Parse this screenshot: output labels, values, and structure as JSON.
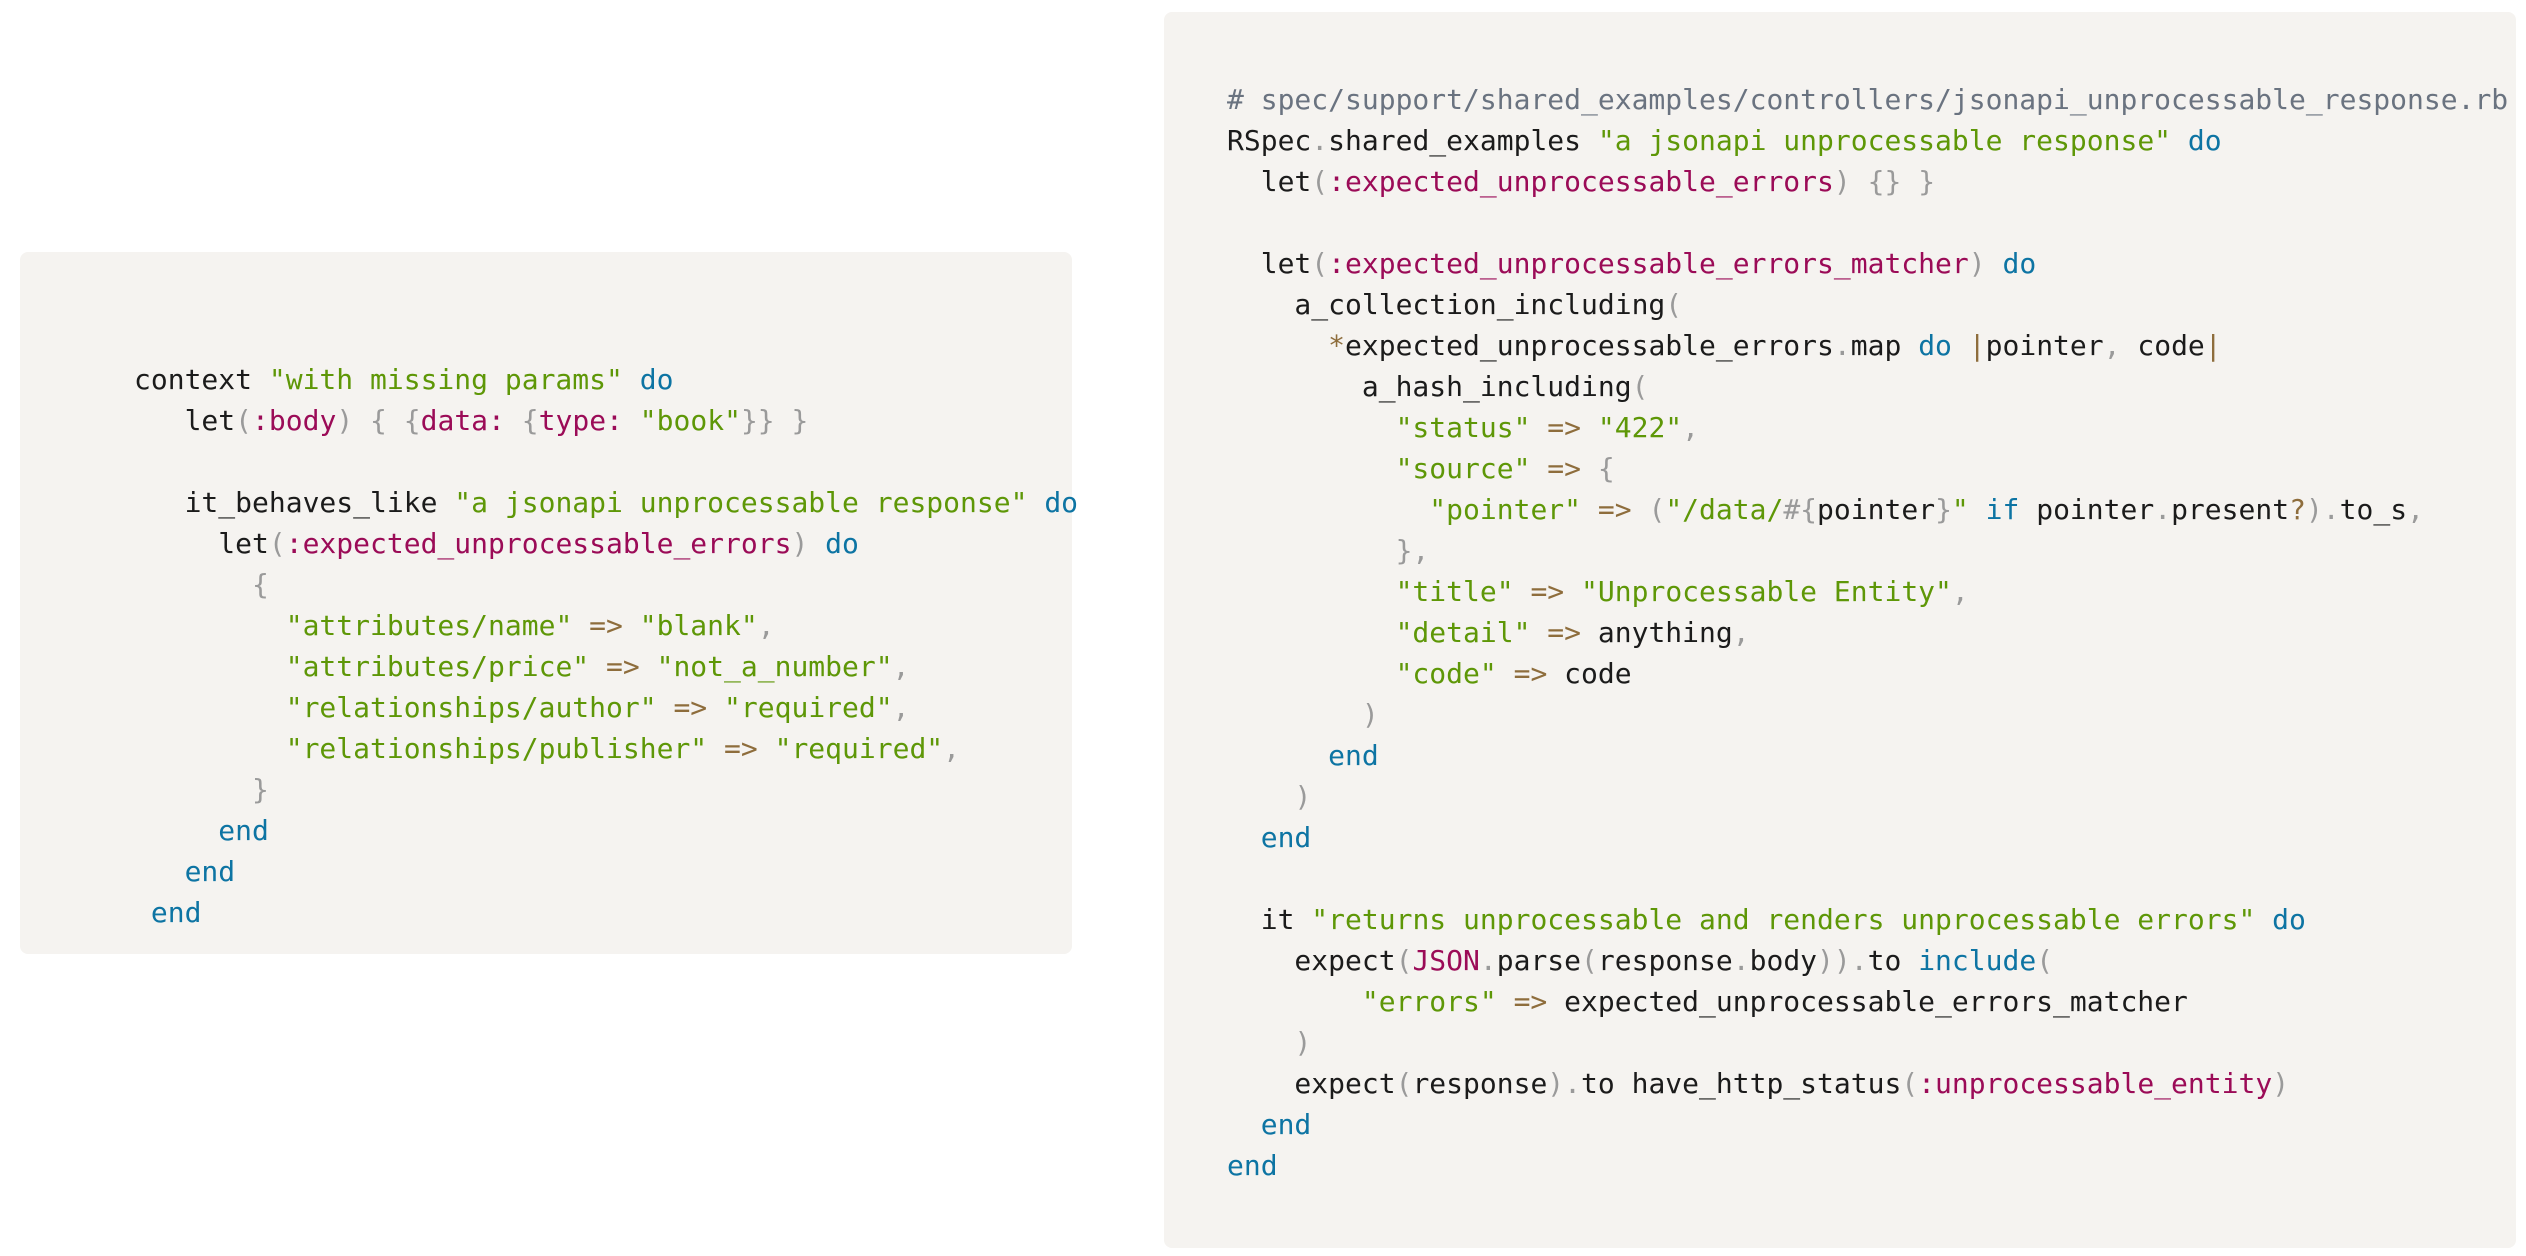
{
  "colors": {
    "background": "#ffffff",
    "panel": "#f5f3f0",
    "comment": "#6a7380",
    "keyword": "#0d74a3",
    "string": "#5e9707",
    "symbol": "#9b0b57",
    "operator": "#8e6d3c",
    "punctuation": "#9a9a9a",
    "text": "#1b1b1b"
  },
  "left_snippet": {
    "lines": [
      [],
      [
        [
          "tx",
          "context "
        ],
        [
          "st",
          "\"with missing params\""
        ],
        [
          "tx",
          " "
        ],
        [
          "kw",
          "do"
        ]
      ],
      [
        [
          "tx",
          "   let"
        ],
        [
          "pn",
          "("
        ],
        [
          "sy",
          ":body"
        ],
        [
          "pn",
          ")"
        ],
        [
          "tx",
          " "
        ],
        [
          "pn",
          "{"
        ],
        [
          "tx",
          " "
        ],
        [
          "pn",
          "{"
        ],
        [
          "sy",
          "data:"
        ],
        [
          "tx",
          " "
        ],
        [
          "pn",
          "{"
        ],
        [
          "sy",
          "type:"
        ],
        [
          "tx",
          " "
        ],
        [
          "st",
          "\"book\""
        ],
        [
          "pn",
          "}}"
        ],
        [
          "tx",
          " "
        ],
        [
          "pn",
          "}"
        ]
      ],
      [],
      [
        [
          "tx",
          "   it_behaves_like "
        ],
        [
          "st",
          "\"a jsonapi unprocessable response\""
        ],
        [
          "tx",
          " "
        ],
        [
          "kw",
          "do"
        ]
      ],
      [
        [
          "tx",
          "     let"
        ],
        [
          "pn",
          "("
        ],
        [
          "sy",
          ":expected_unprocessable_errors"
        ],
        [
          "pn",
          ")"
        ],
        [
          "tx",
          " "
        ],
        [
          "kw",
          "do"
        ]
      ],
      [
        [
          "tx",
          "       "
        ],
        [
          "pn",
          "{"
        ]
      ],
      [
        [
          "tx",
          "         "
        ],
        [
          "st",
          "\"attributes/name\""
        ],
        [
          "tx",
          " "
        ],
        [
          "op",
          "=>"
        ],
        [
          "tx",
          " "
        ],
        [
          "st",
          "\"blank\""
        ],
        [
          "pn",
          ","
        ]
      ],
      [
        [
          "tx",
          "         "
        ],
        [
          "st",
          "\"attributes/price\""
        ],
        [
          "tx",
          " "
        ],
        [
          "op",
          "=>"
        ],
        [
          "tx",
          " "
        ],
        [
          "st",
          "\"not_a_number\""
        ],
        [
          "pn",
          ","
        ]
      ],
      [
        [
          "tx",
          "         "
        ],
        [
          "st",
          "\"relationships/author\""
        ],
        [
          "tx",
          " "
        ],
        [
          "op",
          "=>"
        ],
        [
          "tx",
          " "
        ],
        [
          "st",
          "\"required\""
        ],
        [
          "pn",
          ","
        ]
      ],
      [
        [
          "tx",
          "         "
        ],
        [
          "st",
          "\"relationships/publisher\""
        ],
        [
          "tx",
          " "
        ],
        [
          "op",
          "=>"
        ],
        [
          "tx",
          " "
        ],
        [
          "st",
          "\"required\""
        ],
        [
          "pn",
          ","
        ]
      ],
      [
        [
          "tx",
          "       "
        ],
        [
          "pn",
          "}"
        ]
      ],
      [
        [
          "tx",
          "     "
        ],
        [
          "kw",
          "end"
        ]
      ],
      [
        [
          "tx",
          "   "
        ],
        [
          "kw",
          "end"
        ]
      ],
      [
        [
          "tx",
          " "
        ],
        [
          "kw",
          "end"
        ]
      ]
    ]
  },
  "right_snippet": {
    "lines": [
      [
        [
          "cm",
          "# spec/support/shared_examples/controllers/jsonapi_unprocessable_response.rb"
        ]
      ],
      [
        [
          "tx",
          "RSpec"
        ],
        [
          "pn",
          "."
        ],
        [
          "tx",
          "shared_examples "
        ],
        [
          "st",
          "\"a jsonapi unprocessable response\""
        ],
        [
          "tx",
          " "
        ],
        [
          "kw",
          "do"
        ]
      ],
      [
        [
          "tx",
          "  let"
        ],
        [
          "pn",
          "("
        ],
        [
          "sy",
          ":expected_unprocessable_errors"
        ],
        [
          "pn",
          ")"
        ],
        [
          "tx",
          " "
        ],
        [
          "pn",
          "{}"
        ],
        [
          "tx",
          " "
        ],
        [
          "pn",
          "}"
        ]
      ],
      [],
      [
        [
          "tx",
          "  let"
        ],
        [
          "pn",
          "("
        ],
        [
          "sy",
          ":expected_unprocessable_errors_matcher"
        ],
        [
          "pn",
          ")"
        ],
        [
          "tx",
          " "
        ],
        [
          "kw",
          "do"
        ]
      ],
      [
        [
          "tx",
          "    a_collection_including"
        ],
        [
          "pn",
          "("
        ]
      ],
      [
        [
          "tx",
          "      "
        ],
        [
          "op",
          "*"
        ],
        [
          "tx",
          "expected_unprocessable_errors"
        ],
        [
          "pn",
          "."
        ],
        [
          "tx",
          "map "
        ],
        [
          "kw",
          "do"
        ],
        [
          "tx",
          " "
        ],
        [
          "op",
          "|"
        ],
        [
          "tx",
          "pointer"
        ],
        [
          "pn",
          ","
        ],
        [
          "tx",
          " code"
        ],
        [
          "op",
          "|"
        ]
      ],
      [
        [
          "tx",
          "        a_hash_including"
        ],
        [
          "pn",
          "("
        ]
      ],
      [
        [
          "tx",
          "          "
        ],
        [
          "st",
          "\"status\""
        ],
        [
          "tx",
          " "
        ],
        [
          "op",
          "=>"
        ],
        [
          "tx",
          " "
        ],
        [
          "st",
          "\"422\""
        ],
        [
          "pn",
          ","
        ]
      ],
      [
        [
          "tx",
          "          "
        ],
        [
          "st",
          "\"source\""
        ],
        [
          "tx",
          " "
        ],
        [
          "op",
          "=>"
        ],
        [
          "tx",
          " "
        ],
        [
          "pn",
          "{"
        ]
      ],
      [
        [
          "tx",
          "            "
        ],
        [
          "st",
          "\"pointer\""
        ],
        [
          "tx",
          " "
        ],
        [
          "op",
          "=>"
        ],
        [
          "tx",
          " "
        ],
        [
          "pn",
          "("
        ],
        [
          "st",
          "\"/data/"
        ],
        [
          "pn",
          "#{"
        ],
        [
          "tx",
          "pointer"
        ],
        [
          "pn",
          "}"
        ],
        [
          "st",
          "\""
        ],
        [
          "tx",
          " "
        ],
        [
          "kw",
          "if"
        ],
        [
          "tx",
          " pointer"
        ],
        [
          "pn",
          "."
        ],
        [
          "tx",
          "present"
        ],
        [
          "op",
          "?"
        ],
        [
          "pn",
          ")."
        ],
        [
          "tx",
          "to_s"
        ],
        [
          "pn",
          ","
        ]
      ],
      [
        [
          "tx",
          "          "
        ],
        [
          "pn",
          "},"
        ]
      ],
      [
        [
          "tx",
          "          "
        ],
        [
          "st",
          "\"title\""
        ],
        [
          "tx",
          " "
        ],
        [
          "op",
          "=>"
        ],
        [
          "tx",
          " "
        ],
        [
          "st",
          "\"Unprocessable Entity\""
        ],
        [
          "pn",
          ","
        ]
      ],
      [
        [
          "tx",
          "          "
        ],
        [
          "st",
          "\"detail\""
        ],
        [
          "tx",
          " "
        ],
        [
          "op",
          "=>"
        ],
        [
          "tx",
          " anything"
        ],
        [
          "pn",
          ","
        ]
      ],
      [
        [
          "tx",
          "          "
        ],
        [
          "st",
          "\"code\""
        ],
        [
          "tx",
          " "
        ],
        [
          "op",
          "=>"
        ],
        [
          "tx",
          " code"
        ]
      ],
      [
        [
          "tx",
          "        "
        ],
        [
          "pn",
          ")"
        ]
      ],
      [
        [
          "tx",
          "      "
        ],
        [
          "kw",
          "end"
        ]
      ],
      [
        [
          "tx",
          "    "
        ],
        [
          "pn",
          ")"
        ]
      ],
      [
        [
          "tx",
          "  "
        ],
        [
          "kw",
          "end"
        ]
      ],
      [],
      [
        [
          "tx",
          "  it "
        ],
        [
          "st",
          "\"returns unprocessable and renders unprocessable errors\""
        ],
        [
          "tx",
          " "
        ],
        [
          "kw",
          "do"
        ]
      ],
      [
        [
          "tx",
          "    expect"
        ],
        [
          "pn",
          "("
        ],
        [
          "sy",
          "JSON"
        ],
        [
          "pn",
          "."
        ],
        [
          "tx",
          "parse"
        ],
        [
          "pn",
          "("
        ],
        [
          "tx",
          "response"
        ],
        [
          "pn",
          "."
        ],
        [
          "tx",
          "body"
        ],
        [
          "pn",
          "))."
        ],
        [
          "tx",
          "to "
        ],
        [
          "kw",
          "include"
        ],
        [
          "pn",
          "("
        ]
      ],
      [
        [
          "tx",
          "        "
        ],
        [
          "st",
          "\"errors\""
        ],
        [
          "tx",
          " "
        ],
        [
          "op",
          "=>"
        ],
        [
          "tx",
          " expected_unprocessable_errors_matcher"
        ]
      ],
      [
        [
          "tx",
          "    "
        ],
        [
          "pn",
          ")"
        ]
      ],
      [
        [
          "tx",
          "    expect"
        ],
        [
          "pn",
          "("
        ],
        [
          "tx",
          "response"
        ],
        [
          "pn",
          ")."
        ],
        [
          "tx",
          "to have_http_status"
        ],
        [
          "pn",
          "("
        ],
        [
          "sy",
          ":unprocessable_entity"
        ],
        [
          "pn",
          ")"
        ]
      ],
      [
        [
          "tx",
          "  "
        ],
        [
          "kw",
          "end"
        ]
      ],
      [
        [
          "kw",
          "end"
        ]
      ]
    ]
  }
}
